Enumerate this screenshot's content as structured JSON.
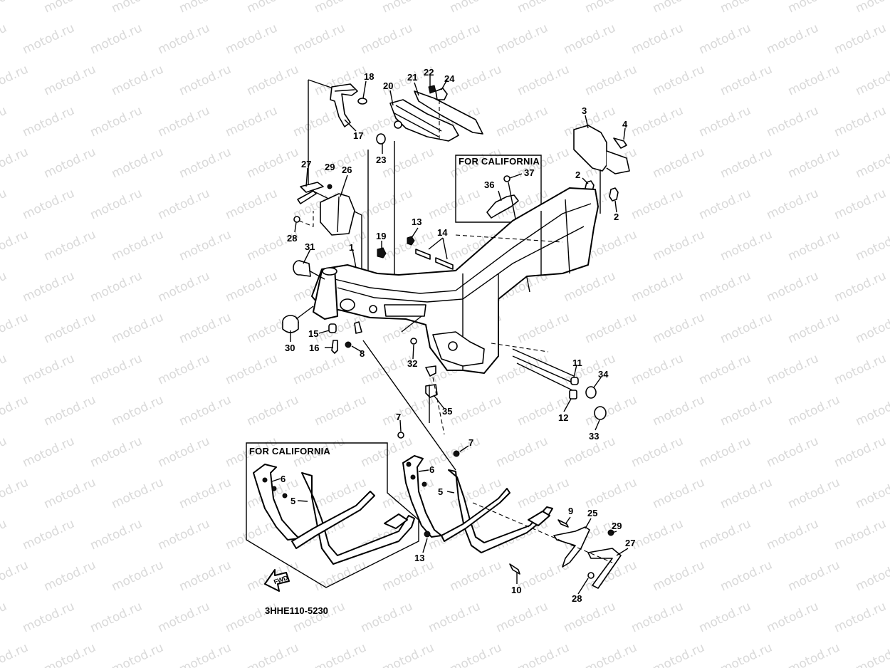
{
  "diagram": {
    "title_code": "3HHE110-5230",
    "watermark_text": "motod.ru",
    "line_color": "#000000",
    "watermark_color": "#d9d9d9",
    "background_color": "#ffffff",
    "callout_boxes": [
      {
        "id": "box-california-upper",
        "title": "FOR CALIFORNIA",
        "contains_parts": [
          "36",
          "37"
        ]
      },
      {
        "id": "box-california-lower",
        "title": "FOR CALIFORNIA",
        "contains_parts": [
          "5",
          "6"
        ]
      }
    ],
    "direction_indicator": {
      "label": "FWD",
      "icon": "forward-arrow-icon"
    },
    "part_labels": [
      {
        "key": "p1",
        "number": "1",
        "part": "frame"
      },
      {
        "key": "p2a",
        "number": "2",
        "part": "nut"
      },
      {
        "key": "p2b",
        "number": "2",
        "part": "nut"
      },
      {
        "key": "p3",
        "number": "3",
        "part": "bracket"
      },
      {
        "key": "p4",
        "number": "4",
        "part": "bolt"
      },
      {
        "key": "p5a",
        "number": "5",
        "part": "down tube (california)"
      },
      {
        "key": "p5b",
        "number": "5",
        "part": "down tube"
      },
      {
        "key": "p6a",
        "number": "6",
        "part": "down tube (california)"
      },
      {
        "key": "p6b",
        "number": "6",
        "part": "down tube"
      },
      {
        "key": "p7a",
        "number": "7",
        "part": "bolt"
      },
      {
        "key": "p7b",
        "number": "7",
        "part": "bolt"
      },
      {
        "key": "p8",
        "number": "8",
        "part": "nut"
      },
      {
        "key": "p9",
        "number": "9",
        "part": "bolt"
      },
      {
        "key": "p10",
        "number": "10",
        "part": "bolt"
      },
      {
        "key": "p11",
        "number": "11",
        "part": "nut"
      },
      {
        "key": "p12",
        "number": "12",
        "part": "nut"
      },
      {
        "key": "p13a",
        "number": "13",
        "part": "nut"
      },
      {
        "key": "p13b",
        "number": "13",
        "part": "nut"
      },
      {
        "key": "p14",
        "number": "14",
        "part": "bolt"
      },
      {
        "key": "p15",
        "number": "15",
        "part": "collar"
      },
      {
        "key": "p16",
        "number": "16",
        "part": "bolt"
      },
      {
        "key": "p17",
        "number": "17",
        "part": "bracket"
      },
      {
        "key": "p18",
        "number": "18",
        "part": "damper"
      },
      {
        "key": "p19",
        "number": "19",
        "part": "nut"
      },
      {
        "key": "p20",
        "number": "20",
        "part": "cover"
      },
      {
        "key": "p21",
        "number": "21",
        "part": "plate"
      },
      {
        "key": "p22",
        "number": "22",
        "part": "nut"
      },
      {
        "key": "p23",
        "number": "23",
        "part": "damper"
      },
      {
        "key": "p24",
        "number": "24",
        "part": "bolt"
      },
      {
        "key": "p25",
        "number": "25",
        "part": "bracket"
      },
      {
        "key": "p26",
        "number": "26",
        "part": "bracket"
      },
      {
        "key": "p27a",
        "number": "27",
        "part": "footrest"
      },
      {
        "key": "p27b",
        "number": "27",
        "part": "footrest"
      },
      {
        "key": "p28a",
        "number": "28",
        "part": "bolt"
      },
      {
        "key": "p28b",
        "number": "28",
        "part": "bolt"
      },
      {
        "key": "p29a",
        "number": "29",
        "part": "nut"
      },
      {
        "key": "p29b",
        "number": "29",
        "part": "nut"
      },
      {
        "key": "p30",
        "number": "30",
        "part": "cap"
      },
      {
        "key": "p31",
        "number": "31",
        "part": "cap"
      },
      {
        "key": "p32",
        "number": "32",
        "part": "nut"
      },
      {
        "key": "p33",
        "number": "33",
        "part": "cap"
      },
      {
        "key": "p34",
        "number": "34",
        "part": "cap"
      },
      {
        "key": "p35",
        "number": "35",
        "part": "bracket"
      },
      {
        "key": "p36",
        "number": "36",
        "part": "bracket (california)"
      },
      {
        "key": "p37",
        "number": "37",
        "part": "bolt (california)"
      }
    ]
  },
  "labels": {
    "p1": "1",
    "p2a": "2",
    "p2b": "2",
    "p3": "3",
    "p4": "4",
    "p5a": "5",
    "p5b": "5",
    "p6a": "6",
    "p6b": "6",
    "p7a": "7",
    "p7b": "7",
    "p8": "8",
    "p9": "9",
    "p10": "10",
    "p11": "11",
    "p12": "12",
    "p13a": "13",
    "p13b": "13",
    "p14": "14",
    "p15": "15",
    "p16": "16",
    "p17": "17",
    "p18": "18",
    "p19": "19",
    "p20": "20",
    "p21": "21",
    "p22": "22",
    "p23": "23",
    "p24": "24",
    "p25": "25",
    "p26": "26",
    "p27a": "27",
    "p27b": "27",
    "p28a": "28",
    "p28b": "28",
    "p29a": "29",
    "p29b": "29",
    "p30": "30",
    "p31": "31",
    "p32": "32",
    "p33": "33",
    "p34": "34",
    "p35": "35",
    "p36": "36",
    "p37": "37"
  },
  "boxes": {
    "upper_title": "FOR CALIFORNIA",
    "lower_title": "FOR CALIFORNIA"
  },
  "fwd_label": "FWD"
}
